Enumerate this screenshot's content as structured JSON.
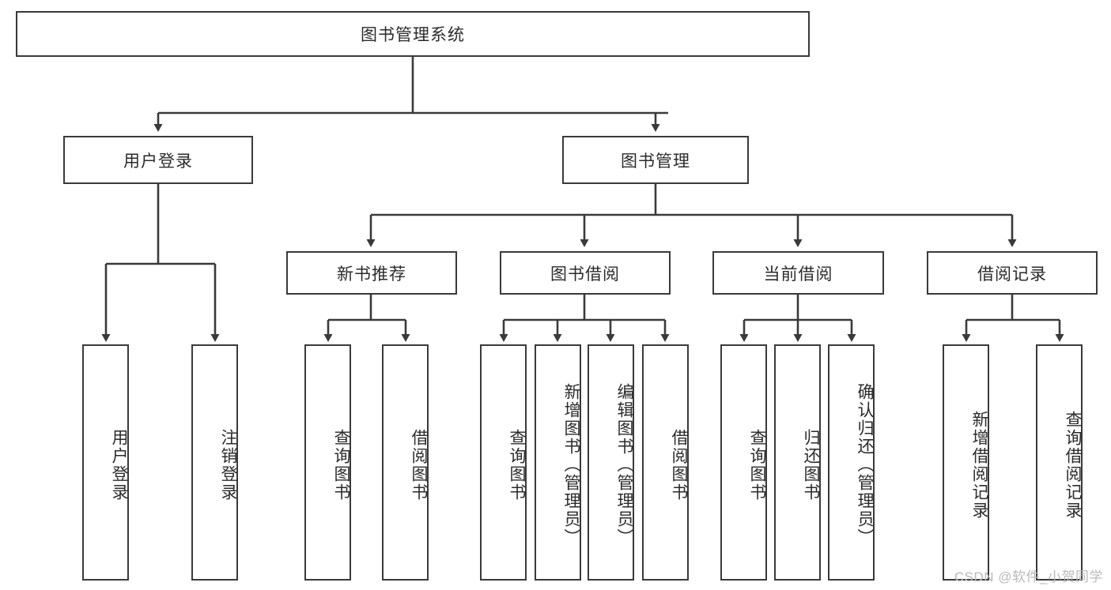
{
  "diagram": {
    "title": "图书管理系统",
    "type": "tree-hierarchy-diagram",
    "colors": {
      "stroke": "#3a3a3a",
      "fill": "#ffffff",
      "text": "#2b2b2b",
      "watermark": "#b9b9b9"
    },
    "root": {
      "label": "图书管理系统"
    },
    "level2": [
      {
        "label": "用户登录"
      },
      {
        "label": "图书管理"
      }
    ],
    "level3": [
      {
        "label": "新书推荐"
      },
      {
        "label": "图书借阅"
      },
      {
        "label": "当前借阅"
      },
      {
        "label": "借阅记录"
      }
    ],
    "leaves": {
      "user_login": [
        {
          "label": "用户登录"
        },
        {
          "label": "注销登录"
        }
      ],
      "new_book_recommend": [
        {
          "label": "查询图书"
        },
        {
          "label": "借阅图书"
        }
      ],
      "book_borrow": [
        {
          "label": "查询图书"
        },
        {
          "label": "新增图书（管理员）"
        },
        {
          "label": "编辑图书（管理员）"
        },
        {
          "label": "借阅图书"
        }
      ],
      "current_borrow": [
        {
          "label": "查询图书"
        },
        {
          "label": "归还图书"
        },
        {
          "label": "确认归还（管理员）"
        }
      ],
      "borrow_record": [
        {
          "label": "新增借阅记录"
        },
        {
          "label": "查询借阅记录"
        }
      ]
    }
  },
  "watermark": {
    "text": "CSDN @软件_小贺同学"
  }
}
